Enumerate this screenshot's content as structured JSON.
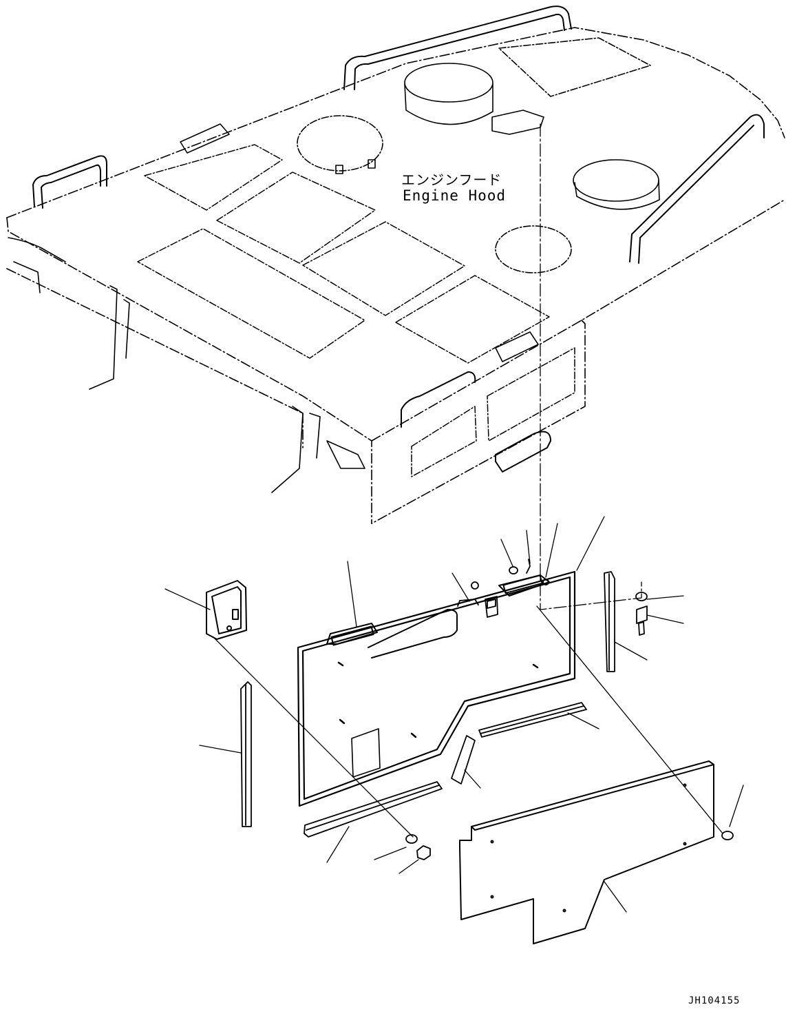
{
  "labels": {
    "title_jp": "エンジンフード",
    "title_en": "Engine Hood",
    "drawing_code": "JH104155"
  }
}
